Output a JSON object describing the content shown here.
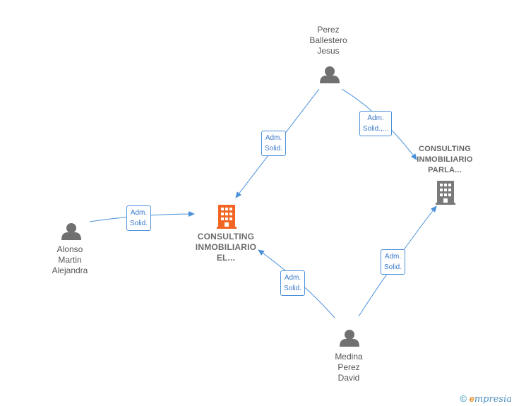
{
  "persons": [
    {
      "id": "perez",
      "lines": [
        "Perez",
        "Ballestero",
        "Jesus"
      ]
    },
    {
      "id": "alonso",
      "lines": [
        "Alonso",
        "Martin",
        "Alejandra"
      ]
    },
    {
      "id": "medina",
      "lines": [
        "Medina",
        "Perez",
        "David"
      ]
    }
  ],
  "companies": [
    {
      "id": "el",
      "lines": [
        "CONSULTING",
        "INMOBILIARIO",
        "EL..."
      ],
      "color": "#f26522"
    },
    {
      "id": "parla",
      "lines": [
        "CONSULTING",
        "INMOBILIARIO",
        "PARLA..."
      ],
      "color": "#7a7a7a"
    }
  ],
  "edges": [
    {
      "id": "e1",
      "lines": [
        "Adm.",
        "Solid."
      ]
    },
    {
      "id": "e2",
      "lines": [
        "Adm.",
        "Solid.,..."
      ]
    },
    {
      "id": "e3",
      "lines": [
        "Adm.",
        "Solid."
      ]
    },
    {
      "id": "e4",
      "lines": [
        "Adm.",
        "Solid."
      ]
    },
    {
      "id": "e5",
      "lines": [
        "Adm.",
        "Solid."
      ]
    }
  ],
  "colors": {
    "edge": "#4a90d9",
    "person": "#707070"
  },
  "footer": {
    "copyright": "©",
    "brand_e": "e",
    "brand_rest": "mpresia"
  }
}
